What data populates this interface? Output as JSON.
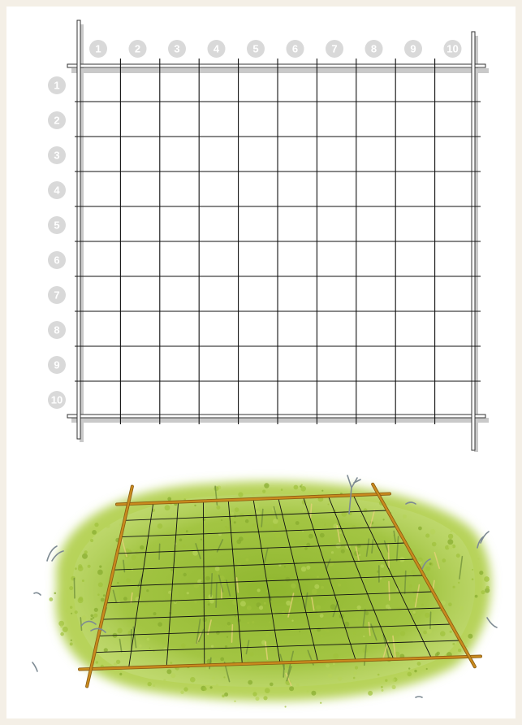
{
  "grid": {
    "columns": 10,
    "rows": 10,
    "column_numbers": [
      "1",
      "2",
      "3",
      "4",
      "5",
      "6",
      "7",
      "8",
      "9",
      "10"
    ],
    "row_numbers": [
      "1",
      "2",
      "3",
      "4",
      "5",
      "6",
      "7",
      "8",
      "9",
      "10"
    ]
  },
  "colors": {
    "page_background": "#f4efe6",
    "paper": "#ffffff",
    "grid_line": "#111111",
    "frame_pole": "#ffffff",
    "frame_outline": "#333333",
    "frame_shadow": "#c9c9c9",
    "number_circle": "#d9d9d9",
    "grass_light": "#b7d35a",
    "grass_mid": "#9fc23c",
    "grass_dark": "#86ab2d",
    "grass_blade": "#6f8f3a",
    "dry_blade": "#e6d27a",
    "pole_wood": "#c98a1e",
    "pole_wood_dark": "#8a5a10",
    "twig": "#7d8a93"
  }
}
